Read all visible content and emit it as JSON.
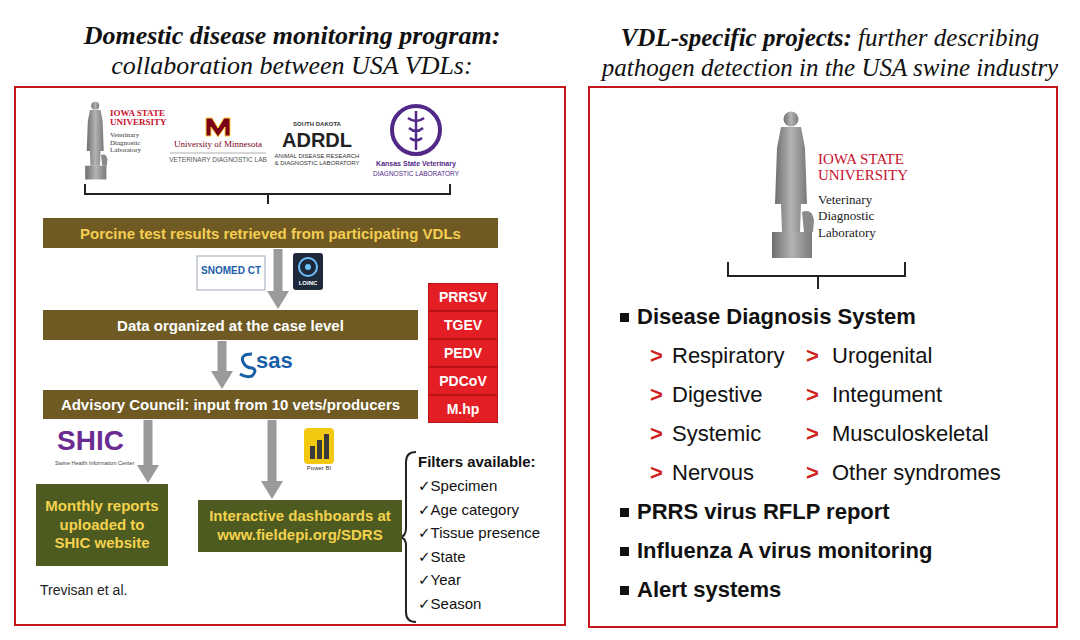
{
  "diagram": {
    "nodes": [
      {
        "text": [
          "Domestic disease monitoring program:",
          "collaboration between USA VDLs:"
        ]
      },
      {
        "text": [
          "Porcine test results retrieved from participating VDLs"
        ],
        "in": 0
      },
      {
        "text": [
          "Data organized at the case level"
        ],
        "in": 0
      },
      {
        "text": [
          "Advisory Council: input from 10 vets/producers"
        ],
        "in": 0
      },
      {
        "text": [
          "Monthly reports uploaded to SHIC website"
        ],
        "in": 0
      },
      {
        "text": [
          "Interactive dashboards at www.fieldepi.org/SDRS"
        ],
        "in": 0
      },
      {
        "text": [
          "PRRSV"
        ],
        "in": 0
      },
      {
        "text": [
          "TGEV"
        ],
        "in": 0
      },
      {
        "text": [
          "PEDV"
        ],
        "in": 0
      },
      {
        "text": [
          "PDCoV"
        ],
        "in": 0
      },
      {
        "text": [
          "M.hp"
        ],
        "in": 0
      },
      {
        "text": [
          "VDL-specific projects:",
          "further describing pathogen detection in the USA swine industry"
        ]
      }
    ],
    "edges": [
      {
        "from": 1,
        "to": 2,
        "arrow": "to"
      },
      {
        "from": 2,
        "to": 3,
        "arrow": "to"
      },
      {
        "from": 3,
        "to": 4,
        "arrow": "to"
      },
      {
        "from": 3,
        "to": 5,
        "arrow": "to"
      }
    ],
    "labels": [
      "IOWA STATE UNIVERSITY",
      "Veterinary Diagnostic Laboratory",
      "University of Minnesota",
      "VETERINARY DIAGNOSTIC LAB",
      "SOUTH DAKOTA",
      "ADRDL",
      "ANIMAL DISEASE RESEARCH & DIAGNOSTIC LABORATORY",
      "Kansas State Veterinary",
      "DIAGNOSTIC LABORATORY",
      "SNOMED CT",
      "LOINC",
      "sas",
      "SHIC",
      "Swine Health Information Center",
      "Power BI",
      "Trevisan et al.",
      "Filters available:",
      "✓Specimen",
      "✓Age category",
      "✓Tissue presence",
      "✓State",
      "✓Year",
      "✓Season",
      "IOWA STATE UNIVERSITY",
      "Veterinary Diagnostic Laboratory",
      "Disease Diagnosis System",
      ">",
      "Respiratory",
      ">",
      "Urogenital",
      ">",
      "Digestive",
      ">",
      "Integument",
      ">",
      "Systemic",
      ">",
      "Musculoskeletal",
      ">",
      "Nervous",
      ">",
      "Other syndromes",
      "PRRS virus RFLP report",
      "Influenza A virus monitoring",
      "Alert systems"
    ]
  }
}
